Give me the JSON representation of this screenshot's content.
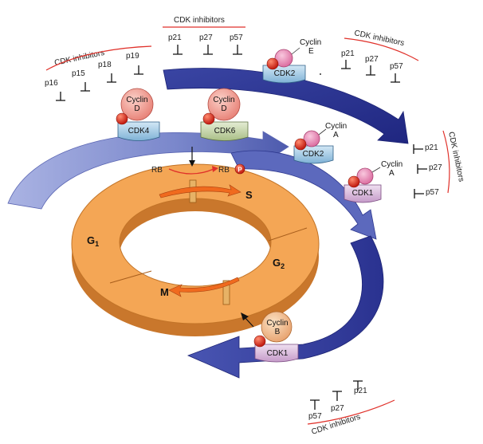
{
  "phases": {
    "g1": "G",
    "g1_sub": "1",
    "s": "S",
    "g2": "G",
    "g2_sub": "2",
    "m": "M"
  },
  "rb": {
    "unphos": "RB",
    "phos": "RB",
    "phos_mark": "P"
  },
  "inhibitor_title": "CDK inhibitors",
  "groups": {
    "left": [
      "p16",
      "p15",
      "p18",
      "p19"
    ],
    "top": [
      "p21",
      "p27",
      "p57"
    ],
    "top_right": [
      "p21",
      "p27",
      "p57"
    ],
    "right": [
      "p21",
      "p27",
      "p57"
    ],
    "bottom": [
      "p57",
      "p27",
      "p21"
    ]
  },
  "complexes": {
    "cdk4": {
      "cyclin": "Cyclin",
      "letter": "D",
      "cdk": "CDK4"
    },
    "cdk6": {
      "cyclin": "Cyclin",
      "letter": "D",
      "cdk": "CDK6"
    },
    "cdk2e": {
      "cyclin": "Cyclin",
      "letter": "E",
      "cdk": "CDK2"
    },
    "cdk2a": {
      "cyclin": "Cyclin",
      "letter": "A",
      "cdk": "CDK2"
    },
    "cdk1a": {
      "cyclin": "Cyclin",
      "letter": "A",
      "cdk": "CDK1"
    },
    "cdk1b": {
      "cyclin": "Cyclin",
      "letter": "B",
      "cdk": "CDK1"
    }
  },
  "colors": {
    "ring": "#f2a24e",
    "ring_dark": "#d98a38",
    "arrow_light": "#8a97d4",
    "arrow_dark": "#2c3592",
    "red_line": "#e0312a"
  }
}
